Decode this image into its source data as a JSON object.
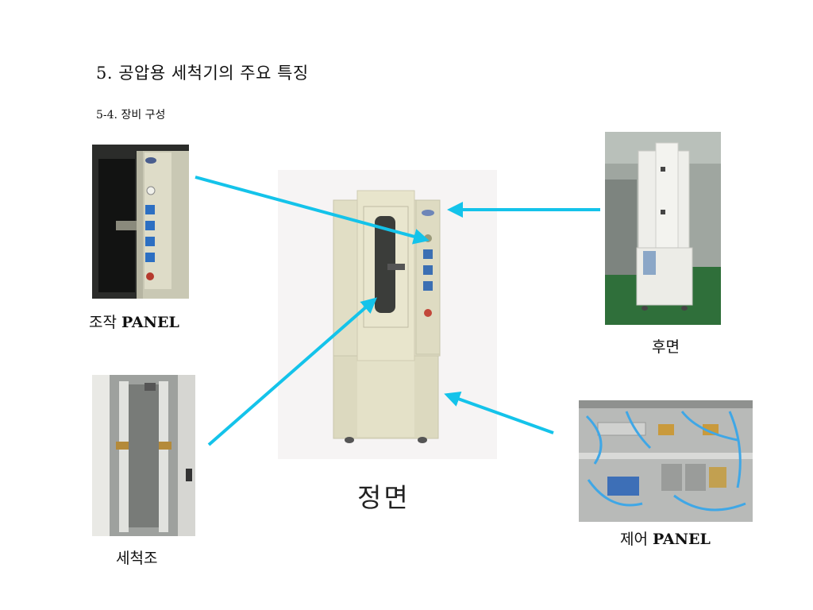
{
  "slide": {
    "title": "5.  공압용 세척기의 주요 특징",
    "subtitle": "5-4. 장비 구성"
  },
  "captions": {
    "center": "정면",
    "operation_panel_prefix": "조작 ",
    "operation_panel_suffix": "PANEL",
    "rear": "후면",
    "wash_tank": "세척조",
    "control_panel_prefix": "제어 ",
    "control_panel_suffix": "PANEL"
  },
  "colors": {
    "arrow": "#14c3ea",
    "cabinet": "#e6e3c9",
    "floor": "#2f6f3a"
  }
}
